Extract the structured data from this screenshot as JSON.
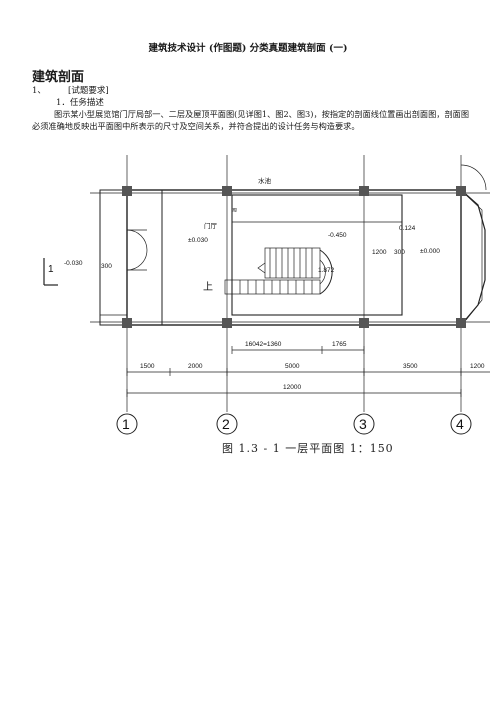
{
  "document": {
    "title": "建筑技术设计 (作图题) 分类真题建筑剖面 (一)",
    "section_heading": "建筑剖面",
    "question_number": "1、",
    "question_tag": "[试题要求]",
    "task_title": "1．任务描述",
    "paragraph": "图示某小型展览馆门厅局部一、二层及屋顶平面图(见详图1、图2、图3)，按指定的剖面线位置画出剖面图，剖面图必须准确地反映出平面图中所表示的尺寸及空间关系，并符合提出的设计任务与构造要求。"
  },
  "floorplan": {
    "room_label_water": "水池",
    "room_label_lobby": "门厅",
    "elev_left": "-0.030",
    "elev_lobby": "±0.030",
    "elev_pool": "-0.450",
    "elev_stair": "1.872",
    "elev_right": "±0.000",
    "elev_right_top": "0.124",
    "section_mark": "1",
    "dim_left_vertical": "300",
    "dim_right_a": "1200",
    "dim_right_b": "300",
    "stair_up_label": "上",
    "dim_stair_run": "16042=1360",
    "dim_stair_land": "1765",
    "dims_bottom": [
      "1500",
      "2000",
      "5000",
      "3500",
      "1200"
    ],
    "dim_total": "12000",
    "axis_labels": [
      "1",
      "2",
      "3",
      "4"
    ],
    "caption": "图 1.3 - 1   一层平面图 1：150"
  }
}
